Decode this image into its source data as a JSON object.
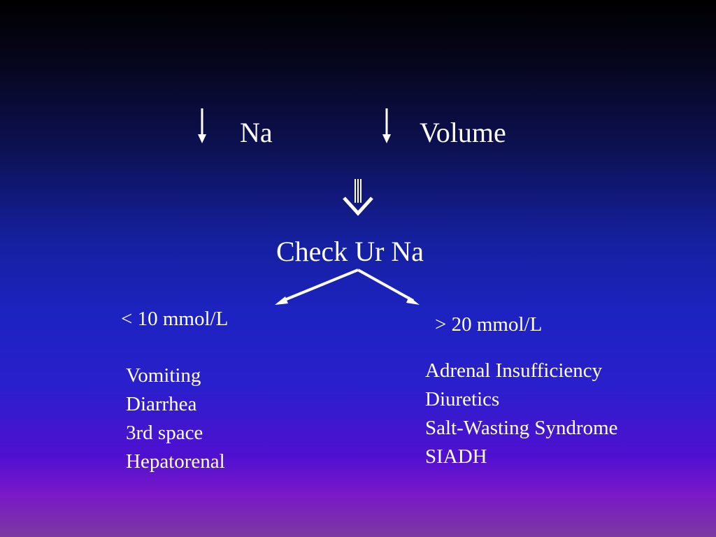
{
  "top": {
    "left_label": "Na",
    "right_label": "Volume"
  },
  "center": {
    "label": "Check Ur Na"
  },
  "left_branch": {
    "threshold": "< 10 mmol/L",
    "items": [
      "Vomiting",
      "Diarrhea",
      "3rd space",
      "Hepatorenal"
    ]
  },
  "right_branch": {
    "threshold": "> 20 mmol/L",
    "items": [
      "Adrenal Insufficiency",
      "Diuretics",
      "Salt-Wasting Syndrome",
      "SIADH"
    ]
  },
  "colors": {
    "text": "#ffffff",
    "background_top": "#000000",
    "background_bottom": "#7a3aa0"
  }
}
